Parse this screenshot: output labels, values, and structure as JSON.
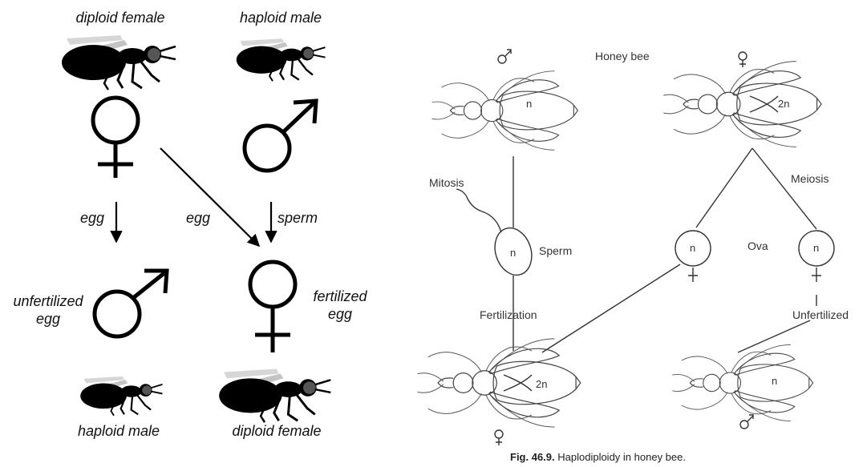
{
  "left_panel": {
    "top_female_label": "diploid female",
    "top_male_label": "haploid male",
    "egg_label_left": "egg",
    "egg_label_cross": "egg",
    "sperm_label": "sperm",
    "unfertilized_egg_label": [
      "unfertilized",
      "egg"
    ],
    "fertilized_egg_label": [
      "fertilized",
      "egg"
    ],
    "bottom_male_label": "haploid male",
    "bottom_female_label": "diploid female"
  },
  "right_panel": {
    "title": "Honey bee",
    "top_male_ploidy": "n",
    "top_female_ploidy": "2n",
    "mitosis_label": "Mitosis",
    "meiosis_label": "Meiosis",
    "sperm_cell_ploidy": "n",
    "sperm_label": "Sperm",
    "ovum_left_ploidy": "n",
    "ovum_right_ploidy": "n",
    "ova_label": "Ova",
    "fertilization_label": "Fertilization",
    "unfertilized_label": "Unfertilized",
    "bottom_female_ploidy": "2n",
    "bottom_male_ploidy": "n",
    "caption_bold": "Fig. 46.9.",
    "caption_text": " Haplodiploidy in honey bee."
  },
  "colors": {
    "ink": "#000000",
    "sketch": "#444444",
    "wing": "#bdbdbd",
    "eye": "#555555"
  },
  "icons": [
    "fly-silhouette",
    "female-symbol",
    "male-symbol",
    "honey-bee-sketch",
    "cell-circle",
    "arrow"
  ]
}
